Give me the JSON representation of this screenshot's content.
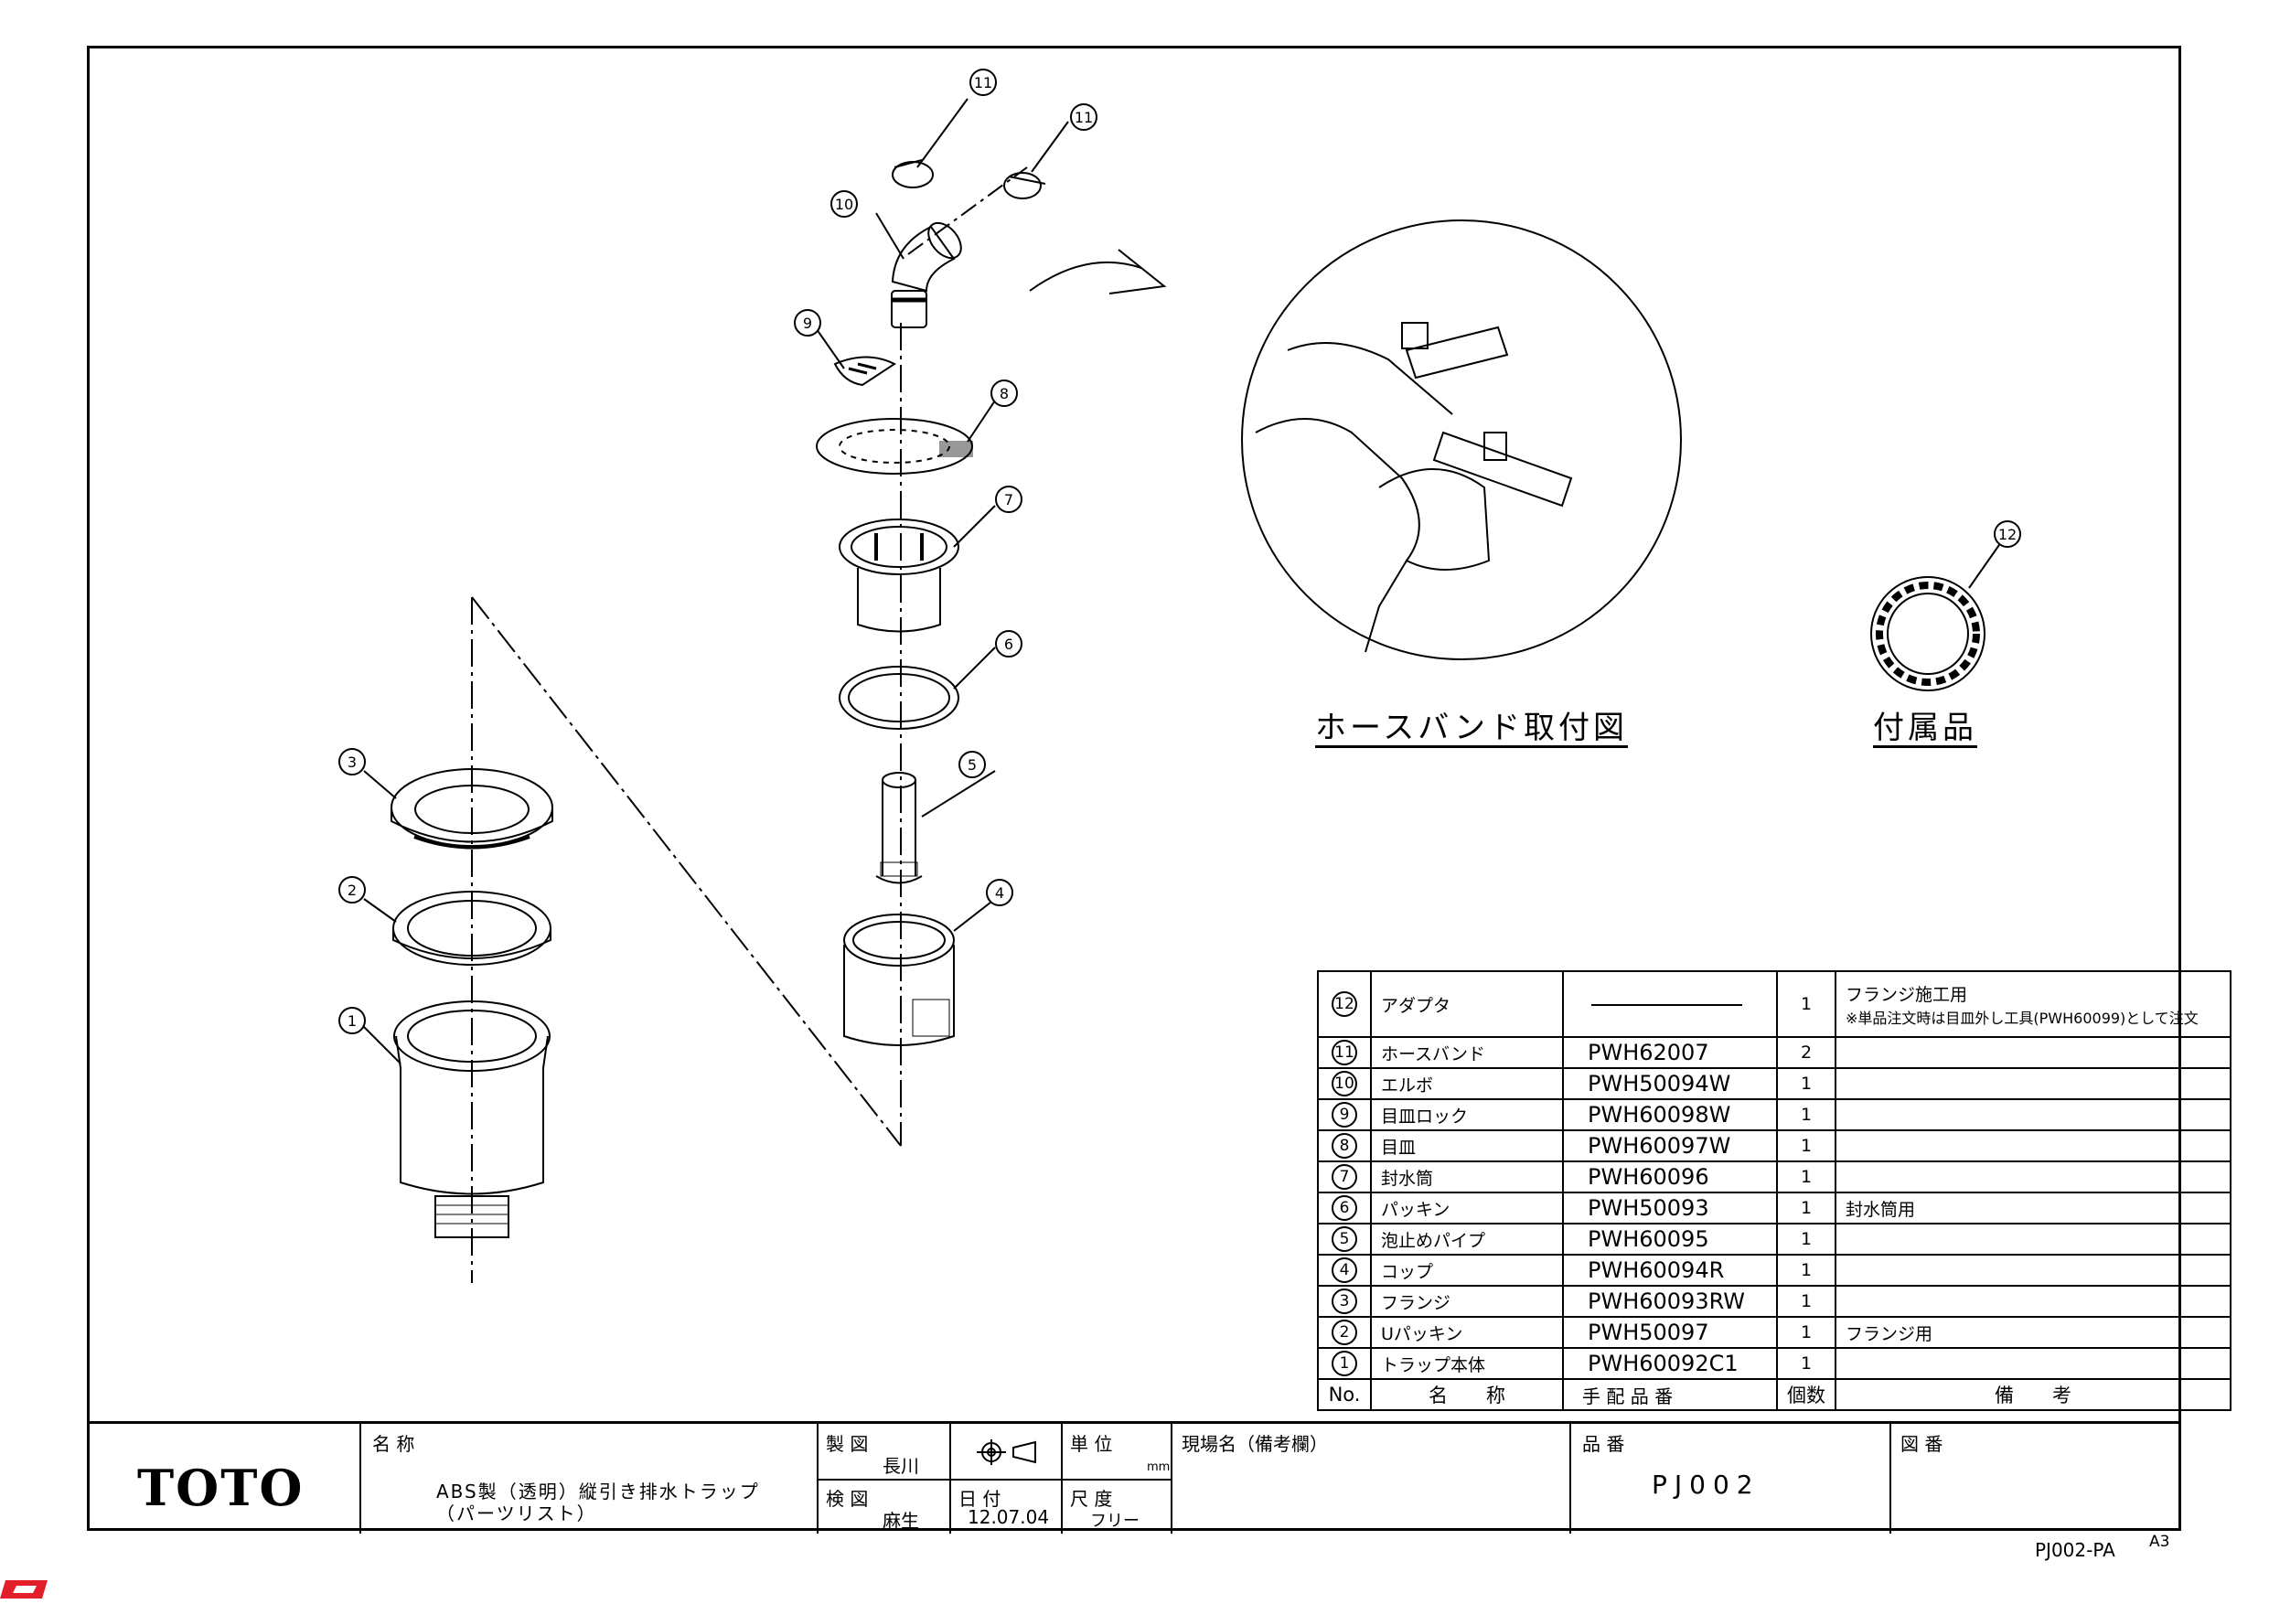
{
  "callouts": {
    "c11a": "11",
    "c11b": "11",
    "c10": "10",
    "c9": "9",
    "c8": "8",
    "c7": "7",
    "c6": "6",
    "c5": "5",
    "c4": "4",
    "c3": "3",
    "c2": "2",
    "c1": "1",
    "c12": "12"
  },
  "captions": {
    "hose_band": "ホースバンド取付図",
    "accessory": "付属品"
  },
  "parts_table": {
    "rows": [
      {
        "no": "12",
        "name": "アダプタ",
        "part": "",
        "qty": "1",
        "note_line1": "フランジ施工用",
        "note_line2": "※単品注文時は目皿外し工具(PWH60099)として注文"
      },
      {
        "no": "11",
        "name": "ホースバンド",
        "part": "PWH62007",
        "qty": "2",
        "note_line1": "",
        "note_line2": ""
      },
      {
        "no": "10",
        "name": "エルボ",
        "part": "PWH50094W",
        "qty": "1",
        "note_line1": "",
        "note_line2": ""
      },
      {
        "no": "9",
        "name": "目皿ロック",
        "part": "PWH60098W",
        "qty": "1",
        "note_line1": "",
        "note_line2": ""
      },
      {
        "no": "8",
        "name": "目皿",
        "part": "PWH60097W",
        "qty": "1",
        "note_line1": "",
        "note_line2": ""
      },
      {
        "no": "7",
        "name": "封水筒",
        "part": "PWH60096",
        "qty": "1",
        "note_line1": "",
        "note_line2": ""
      },
      {
        "no": "6",
        "name": "パッキン",
        "part": "PWH50093",
        "qty": "1",
        "note_line1": "封水筒用",
        "note_line2": ""
      },
      {
        "no": "5",
        "name": "泡止めパイプ",
        "part": "PWH60095",
        "qty": "1",
        "note_line1": "",
        "note_line2": ""
      },
      {
        "no": "4",
        "name": "コップ",
        "part": "PWH60094R",
        "qty": "1",
        "note_line1": "",
        "note_line2": ""
      },
      {
        "no": "3",
        "name": "フランジ",
        "part": "PWH60093RW",
        "qty": "1",
        "note_line1": "",
        "note_line2": ""
      },
      {
        "no": "2",
        "name": "Uパッキン",
        "part": "PWH50097",
        "qty": "1",
        "note_line1": "フランジ用",
        "note_line2": ""
      },
      {
        "no": "1",
        "name": "トラップ本体",
        "part": "PWH60092C1",
        "qty": "1",
        "note_line1": "",
        "note_line2": ""
      }
    ],
    "header": {
      "no": "No.",
      "name": "名　　称",
      "part": "手 配 品 番",
      "qty": "個数",
      "note": "備　　考"
    }
  },
  "title_block": {
    "logo": "TOTO",
    "name_label": "名 称",
    "name_line1": "ABS製（透明）縦引き排水トラップ",
    "name_line2": "（パーツリスト）",
    "drawn_label": "製 図",
    "drawn_by": "長川",
    "checked_label": "検 図",
    "checked_by": "麻生",
    "unit_label": "単 位",
    "unit_value": "mm",
    "date_label": "日 付",
    "date_value": "12.07.04",
    "scale_label": "尺 度",
    "scale_value": "フリー",
    "site_label": "現場名（備考欄）",
    "part_no_label": "品 番",
    "part_no_value": "PJ002",
    "drawing_no_label": "図 番"
  },
  "footer": {
    "code": "PJ002-PA",
    "size": "A3"
  }
}
